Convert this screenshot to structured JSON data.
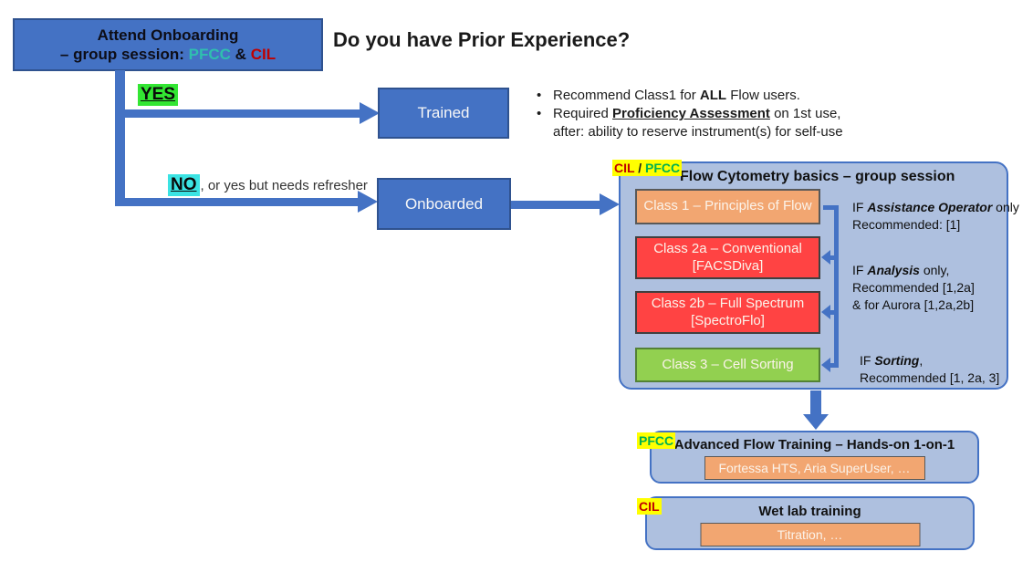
{
  "title": "Do you have Prior Experience?",
  "colors": {
    "node_blue": "#4472C4",
    "node_blue_border": "#2F528F",
    "panel_fill": "#AEC0DF",
    "class_orange": "#F2A671",
    "class_red": "#FF4343",
    "class_green": "#92D050",
    "yes_highlight": "#33E633",
    "no_highlight": "#3BE3E3",
    "tag_highlight": "#FFFF00",
    "pfcc_teal": "#2FBFAF",
    "pfcc_green": "#00B050",
    "cil_red": "#C00000"
  },
  "start": {
    "line1": "Attend Onboarding",
    "line2_prefix": "– group session: ",
    "pfcc": "PFCC",
    "joiner": " & ",
    "cil": "CIL"
  },
  "branches": {
    "yes_label": "YES",
    "no_label": "NO",
    "no_suffix": ", or yes but needs refresher"
  },
  "nodes": {
    "trained": "Trained",
    "onboarded": "Onboarded"
  },
  "trained_notes": {
    "bullet": "•",
    "b1_pre": "Recommend Class1 for ",
    "b1_bold": "ALL",
    "b1_post": " Flow users.",
    "b2_pre": "Required ",
    "b2_bold": "Proficiency Assessment",
    "b2_post": " on 1st use,",
    "b2_cont": "after: ability to reserve instrument(s) for self-use"
  },
  "basics": {
    "tag_cil": "CIL",
    "tag_sep": " / ",
    "tag_pfcc": "PFCC",
    "title": "Flow Cytometry basics – group session",
    "classes": [
      {
        "line1": "Class 1 – Principles of Flow",
        "line2": ""
      },
      {
        "line1": "Class 2a – Conventional",
        "line2": "[FACSDiva]"
      },
      {
        "line1": "Class 2b – Full Spectrum",
        "line2": "[SpectroFlo]"
      },
      {
        "line1": "Class 3 – Cell Sorting",
        "line2": ""
      }
    ],
    "annotations": [
      {
        "pre": "IF ",
        "em": "Assistance Operator",
        "post": " only",
        "l2": "Recommended: [1]",
        "l3": ""
      },
      {
        "pre": "IF ",
        "em": "Analysis",
        "post": " only,",
        "l2": "Recommended [1,2a]",
        "l3": "& for Aurora [1,2a,2b]"
      },
      {
        "pre": "IF ",
        "em": "Sorting",
        "post": ",",
        "l2": "Recommended [1, 2a, 3]",
        "l3": ""
      }
    ]
  },
  "advanced": {
    "tag": "PFCC",
    "title": "Advanced Flow Training – Hands-on 1-on-1",
    "item": "Fortessa HTS, Aria SuperUser, …"
  },
  "wetlab": {
    "tag": "CIL",
    "title": "Wet lab training",
    "item": "Titration, …"
  }
}
